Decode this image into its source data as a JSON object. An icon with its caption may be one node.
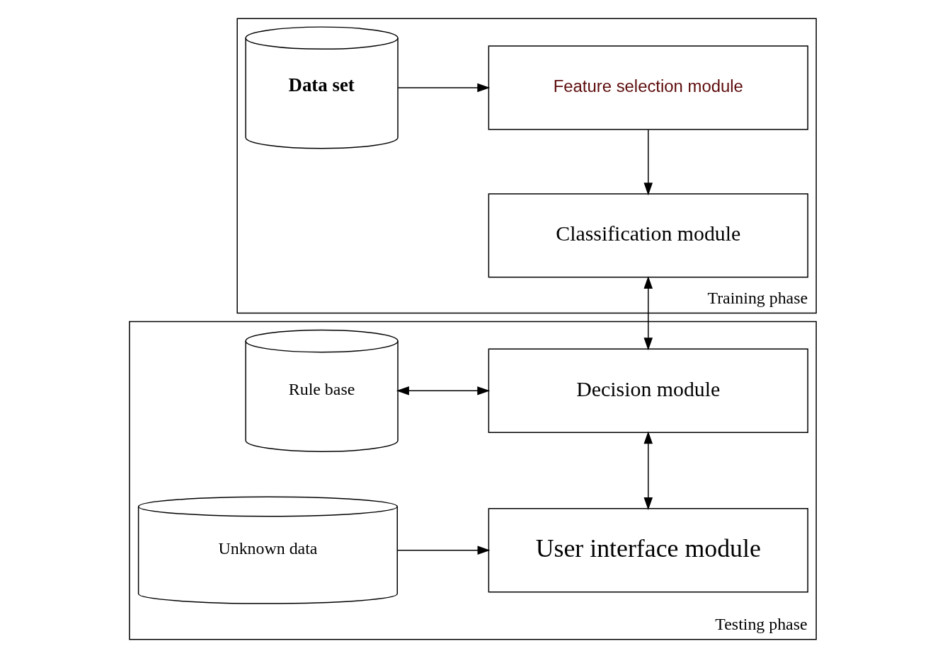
{
  "diagram": {
    "nodes": [
      {
        "text": [
          "Training phase"
        ]
      },
      {
        "text": [
          "Data set"
        ],
        "in": 0
      },
      {
        "text": [
          "Feature selection module"
        ],
        "in": 0
      },
      {
        "text": [
          "Classification module"
        ],
        "in": 0
      },
      {
        "text": [
          "Testing phase"
        ]
      },
      {
        "text": [
          "Decision module"
        ],
        "in": 4
      },
      {
        "text": [
          "Rule base"
        ],
        "in": 4
      },
      {
        "text": [
          "Unknown data"
        ],
        "in": 4
      },
      {
        "text": [
          "User interface module"
        ],
        "in": 4
      }
    ],
    "edges": [
      {
        "from": 1,
        "to": 2,
        "arrow": "to"
      },
      {
        "from": 2,
        "to": 3,
        "arrow": "to"
      },
      {
        "from": 3,
        "to": 5,
        "arrow": "both"
      },
      {
        "from": 6,
        "to": 5,
        "arrow": "both"
      },
      {
        "from": 5,
        "to": 8,
        "arrow": "both"
      },
      {
        "from": 7,
        "to": 8,
        "arrow": "to"
      }
    ]
  }
}
